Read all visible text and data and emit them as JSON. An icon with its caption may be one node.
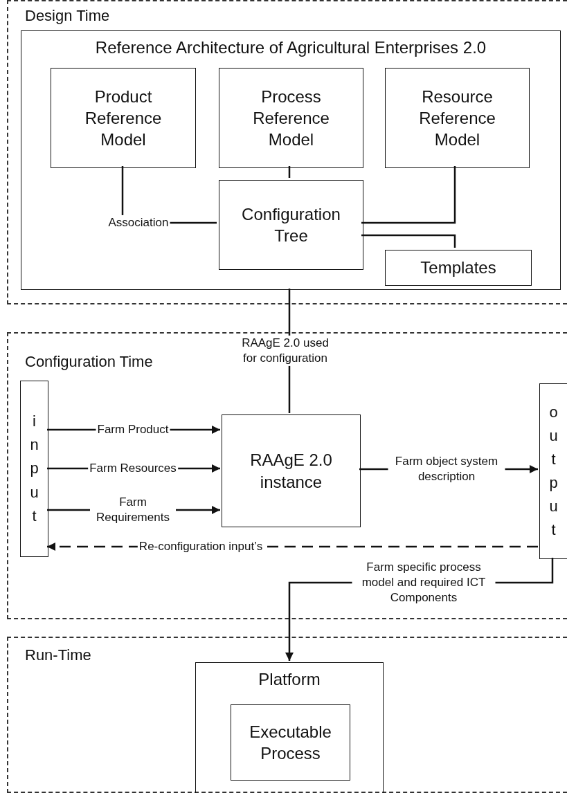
{
  "diagram": {
    "nodes": [
      {
        "text": [
          "Design Time"
        ]
      },
      {
        "text": [
          "Reference Architecture of Agricultural Enterprises 2.0"
        ],
        "in": 0
      },
      {
        "text": [
          "Product Reference Model"
        ],
        "in": 1
      },
      {
        "text": [
          "Process Reference Model"
        ],
        "in": 1
      },
      {
        "text": [
          "Resource Reference Model"
        ],
        "in": 1
      },
      {
        "text": [
          "Configuration Tree"
        ],
        "in": 1
      },
      {
        "text": [
          "Templates"
        ],
        "in": 1
      },
      {
        "text": [
          "Configuration Time"
        ]
      },
      {
        "text": [
          "input"
        ],
        "in": 7
      },
      {
        "text": [
          "RAAgE 2.0 instance"
        ],
        "in": 7
      },
      {
        "text": [
          "output"
        ],
        "in": 7
      },
      {
        "text": [
          "Run-Time"
        ]
      },
      {
        "text": [
          "Platform"
        ],
        "in": 11
      },
      {
        "text": [
          "Executable Process"
        ],
        "in": 12
      }
    ],
    "edges": [
      {
        "from": 2,
        "to": 5,
        "arrow": "none",
        "label": "Association"
      },
      {
        "from": 3,
        "to": 5,
        "arrow": "none"
      },
      {
        "from": 4,
        "to": 5,
        "arrow": "none"
      },
      {
        "from": 5,
        "to": 6,
        "arrow": "none"
      },
      {
        "from": 1,
        "to": 9,
        "arrow": "none",
        "label": "RAAgE 2.0 used for configuration"
      },
      {
        "from": 8,
        "to": 9,
        "arrow": "to",
        "label": "Farm Product"
      },
      {
        "from": 8,
        "to": 9,
        "arrow": "to",
        "label": "Farm Resources"
      },
      {
        "from": 8,
        "to": 9,
        "arrow": "to",
        "label": "Farm Requirements"
      },
      {
        "from": 9,
        "to": 10,
        "arrow": "to",
        "label": "Farm object system description"
      },
      {
        "from": 10,
        "to": 8,
        "arrow": "to",
        "label": "Re-configuration input’s",
        "style": "dashed"
      },
      {
        "from": 10,
        "to": 12,
        "arrow": "to",
        "label": "Farm specific process model and required ICT Components"
      }
    ]
  }
}
